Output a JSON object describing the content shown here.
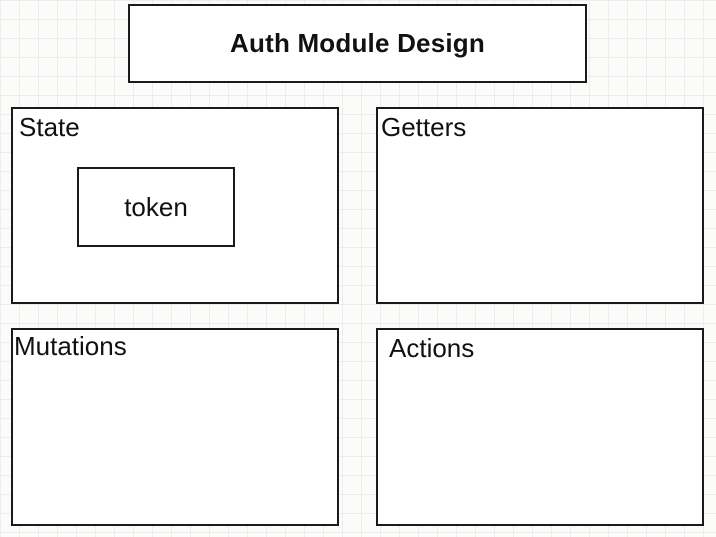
{
  "diagram": {
    "title": "Auth Module Design",
    "sections": {
      "state": {
        "label": "State",
        "items": [
          "token"
        ]
      },
      "getters": {
        "label": "Getters"
      },
      "mutations": {
        "label": "Mutations"
      },
      "actions": {
        "label": "Actions"
      }
    }
  }
}
